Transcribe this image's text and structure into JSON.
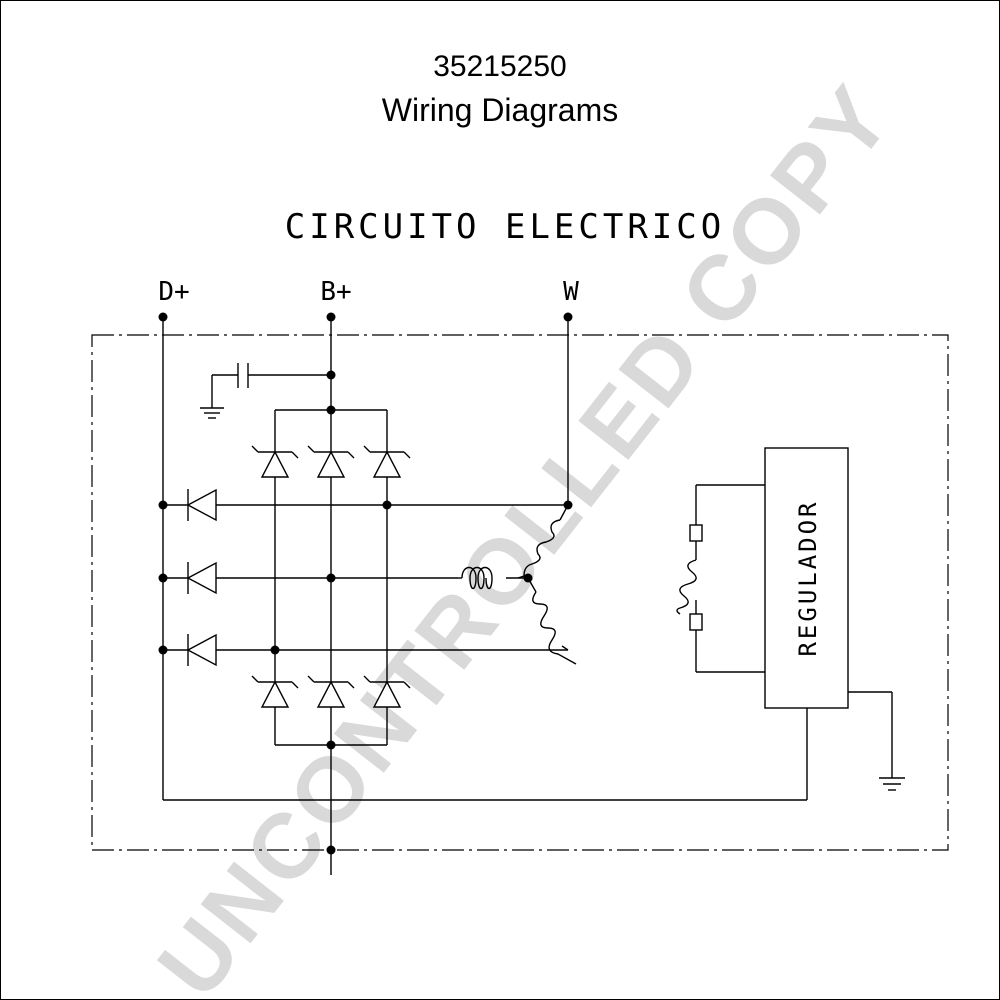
{
  "header": {
    "part_number": "35215250",
    "title": "Wiring Diagrams"
  },
  "diagram": {
    "heading": "CIRCUITO ELECTRICO",
    "terminals": {
      "d_plus": "D+",
      "b_plus": "B+",
      "w": "W"
    },
    "regulator_label": "REGULADOR"
  },
  "watermark": "UNCONTROLLED COPY"
}
